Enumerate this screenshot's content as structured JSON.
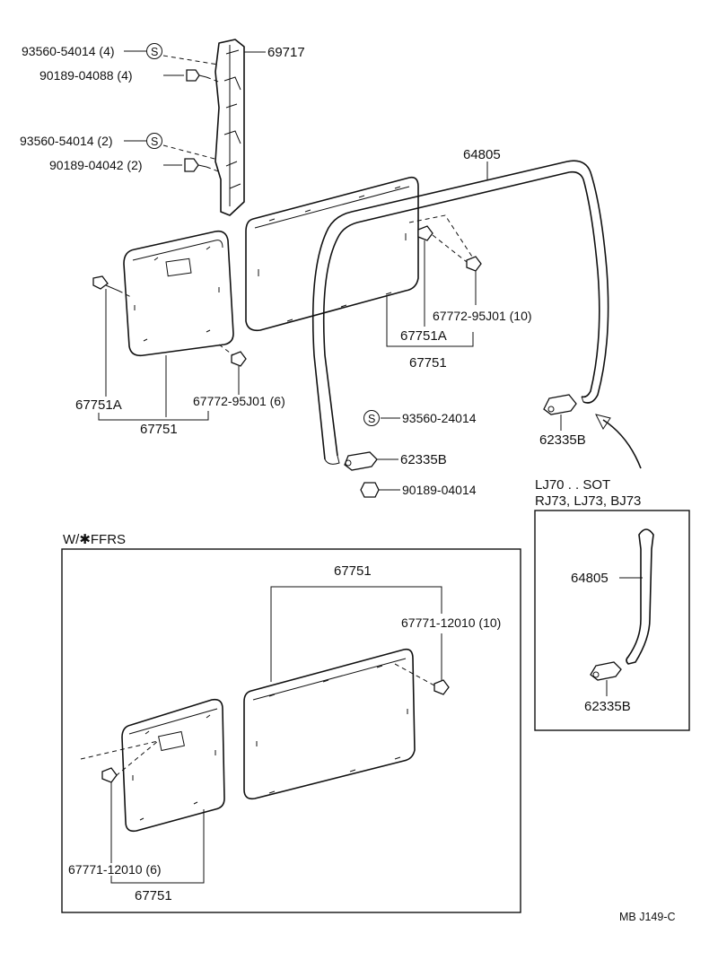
{
  "labels": {
    "p93560_54014_4": "93560-54014 (4)",
    "p90189_04088_4": "90189-04088 (4)",
    "p69717": "69717",
    "p93560_54014_2": "93560-54014 (2)",
    "p90189_04042_2": "90189-04042 (2)",
    "p64805_top": "64805",
    "p67772_10": "67772-95J01 (10)",
    "p67751A_right": "67751A",
    "p67751_right": "67751",
    "p67751A_left": "67751A",
    "p67772_6": "67772-95J01 (6)",
    "p67751_left": "67751",
    "p93560_24014": "93560-24014",
    "p62335B_mid": "62335B",
    "p90189_04014": "90189-04014",
    "p62335B_top_right": "62335B",
    "sot_line1": "LJ70 . . SOT",
    "sot_line2": "RJ73, LJ73, BJ73",
    "p64805_box": "64805",
    "p62335B_box": "62335B",
    "ffrs_title": "W/✱FFRS",
    "p67751_ffrs_top": "67751",
    "p67771_10": "67771-12010 (10)",
    "p67771_6": "67771-12010 (6)",
    "p67751_ffrs_bottom": "67751",
    "s_mark": "S",
    "footer_code": "MB  J149-C"
  }
}
